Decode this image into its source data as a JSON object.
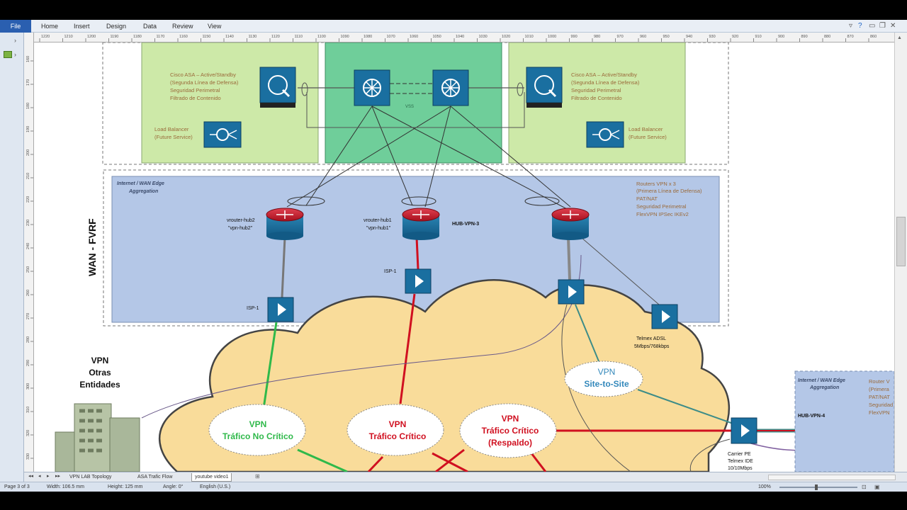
{
  "ribbon": {
    "file_label": "File",
    "tabs": [
      "Home",
      "Insert",
      "Design",
      "Data",
      "Review",
      "View"
    ]
  },
  "rulers": {
    "h_ticks": [
      "1220",
      "1210",
      "1200",
      "1190",
      "1180",
      "1170",
      "1160",
      "1150",
      "1140",
      "1130",
      "1120",
      "1110",
      "1100",
      "1090",
      "1080",
      "1070",
      "1060",
      "1050",
      "1040",
      "1030",
      "1020",
      "1010",
      "1000",
      "990",
      "980",
      "970",
      "960",
      "950",
      "940",
      "930",
      "920",
      "910",
      "900",
      "890",
      "880",
      "870",
      "860"
    ],
    "v_ticks": [
      "160",
      "170",
      "180",
      "190",
      "200",
      "210",
      "220",
      "230",
      "240",
      "250",
      "260",
      "270",
      "280",
      "290",
      "300",
      "310",
      "320",
      "330"
    ]
  },
  "diagram": {
    "title_vertical": "WAN - FVRF",
    "asa_left": [
      "Cisco ASA – Active/Standby",
      "(Segunda Línea de Defensa)",
      "Seguridad Perimetral",
      "Filtrado de Contenido"
    ],
    "asa_right": [
      "Cisco ASA – Active/Standby",
      "(Segunda Línea de Defensa)",
      "Seguridad Perimetral",
      "Filtrado de Contenido"
    ],
    "lb_left": [
      "Load Balancer",
      "(Future Service)"
    ],
    "lb_right": [
      "Load Balancer",
      "(Future Service)"
    ],
    "vss_label": "VSS",
    "wan_box_title": [
      "Internet / WAN Edge",
      "Aggregation"
    ],
    "wan_box_right_notes": [
      "Routers VPN x 3",
      "(Primera Línea de Defensa)",
      "PAT/NAT",
      "Seguridad Perimetral",
      "FlexVPN IPSec IKEv2"
    ],
    "router_left": [
      "vrouter-hub2",
      "\"vpn-hub2\""
    ],
    "router_center": [
      "vrouter-hub1",
      "\"vpn-hub1\""
    ],
    "hub_vpn3": "HUB-VPN-3",
    "isp_left": "ISP-1",
    "isp_center": "ISP-1",
    "telmex_adsl": [
      "Telmex ADSL",
      "5Mbps/768kbps"
    ],
    "vpn_entities": [
      "VPN",
      "Otras",
      "Entidades"
    ],
    "cloud_site": [
      "VPN",
      "Site-to-Site"
    ],
    "cloud_nocritico": [
      "VPN",
      "Tráfico No Crítico"
    ],
    "cloud_critico": [
      "VPN",
      "Tráfico Crítico"
    ],
    "cloud_respaldo": [
      "VPN",
      "Tráfico Crítico",
      "(Respaldo)"
    ],
    "carrier_pe": [
      "Carrier PE",
      "Telmex IDE",
      "10/10Mbps"
    ],
    "br_box_title": [
      "Internet / WAN Edge",
      "Aggregation"
    ],
    "br_hub4": "HUB-VPN-4",
    "br_notes": [
      "Router V",
      "(Primera",
      "PAT/NAT",
      "Seguridad",
      "FlexVPN"
    ]
  },
  "page_tabs": [
    "VPN LAB Topology",
    "ASA Trafic Flow",
    "youtube video1"
  ],
  "status": {
    "page": "Page 3 of 3",
    "width": "Width: 106.5 mm",
    "height": "Height: 125 mm",
    "angle": "Angle: 0°",
    "language": "English (U.S.)",
    "zoom": "100%"
  },
  "colors": {
    "green_zone": "#cde9a8",
    "green_center": "#6fce9a",
    "wan_blue": "#b4c7e7",
    "cloud": "#f9dc9a",
    "red_link": "#d01020",
    "green_link": "#2fb94a",
    "teal_link": "#3d8c88",
    "device_blue": "#1a6fa0"
  }
}
